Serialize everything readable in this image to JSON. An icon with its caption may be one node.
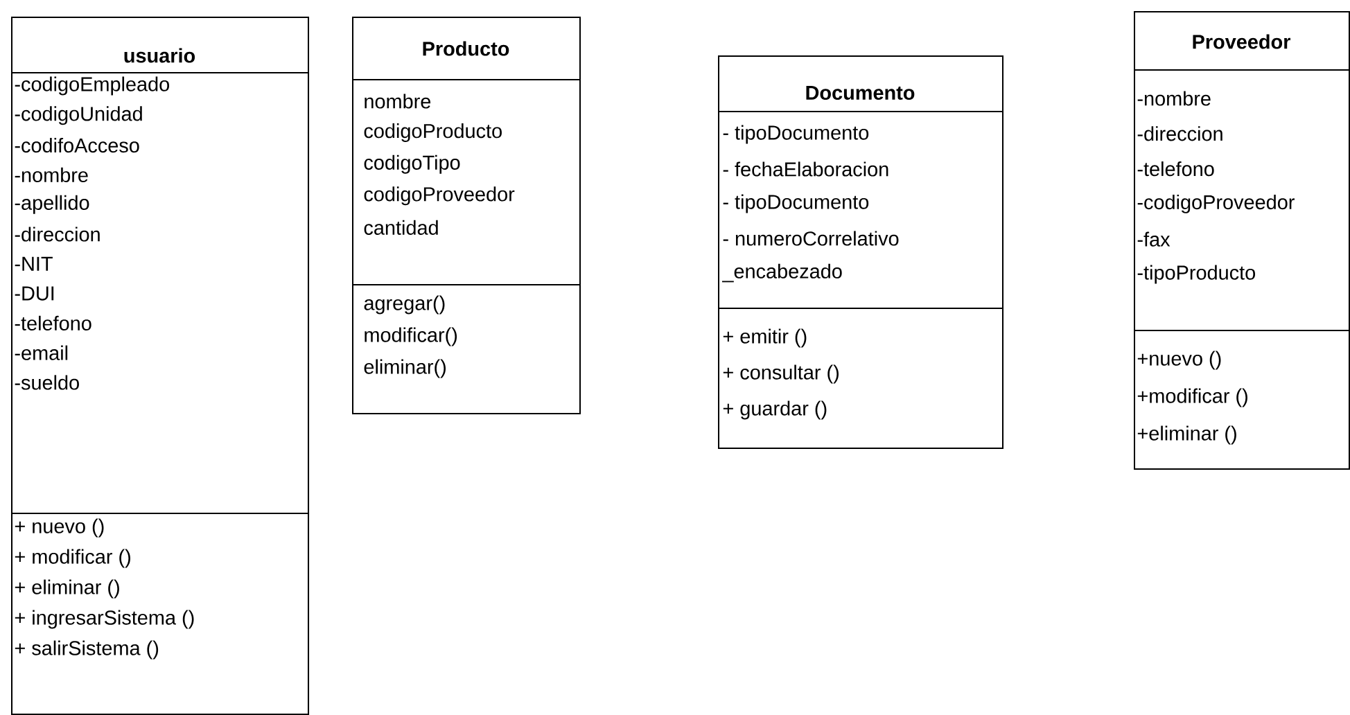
{
  "diagram": {
    "nodes": [
      {
        "text": [
          "usuario"
        ]
      },
      {
        "text": [
          "-codigoEmpleado",
          "-codigoUnidad",
          "-codifoAcceso",
          "-nombre",
          "-apellido",
          "-direccion",
          "-NIT",
          "-DUI",
          "-telefono",
          "-email",
          "-sueldo"
        ],
        "in": 0
      },
      {
        "text": [
          "+ nuevo ()",
          "+ modificar ()",
          "+ eliminar ()",
          "+ ingresarSistema ()",
          "+ salirSistema ()"
        ],
        "in": 0
      },
      {
        "text": [
          "Producto"
        ]
      },
      {
        "text": [
          "nombre",
          "codigoProducto",
          "codigoTipo",
          "codigoProveedor",
          "cantidad"
        ],
        "in": 3
      },
      {
        "text": [
          "agregar()",
          "modificar()",
          "eliminar()"
        ],
        "in": 3
      },
      {
        "text": [
          "Documento"
        ]
      },
      {
        "text": [
          "- tipoDocumento",
          "- fechaElaboracion",
          "- tipoDocumento",
          "- numeroCorrelativo",
          "_encabezado"
        ],
        "in": 6
      },
      {
        "text": [
          "+ emitir ()",
          "+ consultar ()",
          "+ guardar ()"
        ],
        "in": 6
      },
      {
        "text": [
          "Proveedor"
        ]
      },
      {
        "text": [
          "-nombre",
          "-direccion",
          "-telefono",
          "-codigoProveedor",
          "-fax",
          "-tipoProducto"
        ],
        "in": 9
      },
      {
        "text": [
          "+nuevo ()",
          "+modificar ()",
          "+eliminar ()"
        ],
        "in": 9
      }
    ]
  }
}
